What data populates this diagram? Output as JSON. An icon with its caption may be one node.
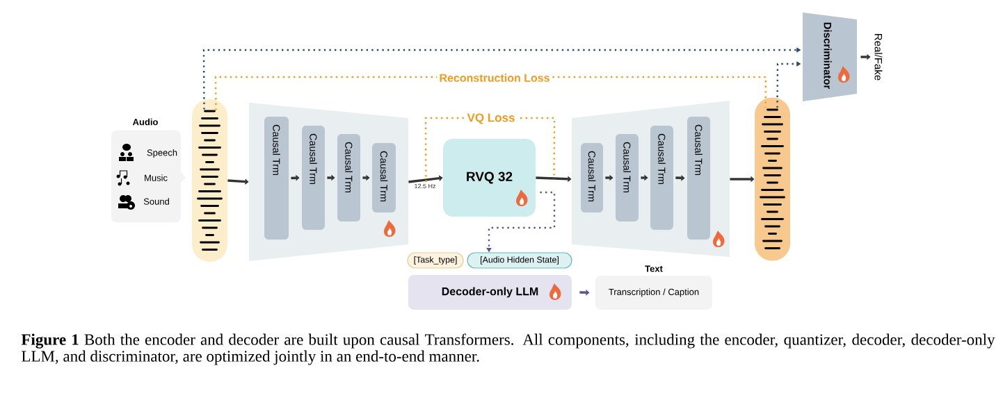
{
  "diagram": {
    "caption": "**Figure 1** Both the encoder and decoder are built upon causal Transformers. All components, including the encoder, quantizer, decoder, decoder-only LLM, and discriminator, are optimized jointly in an end-to-end manner.",
    "nodes": [
      {
        "text": [
          "Audio",
          "Speech",
          "Music",
          "Sound"
        ]
      },
      {
        "text": [],
        "shape": "bar"
      },
      {
        "text": [],
        "shape": "trapezoid"
      },
      {
        "text": [
          "Causal Trm"
        ],
        "in": 2
      },
      {
        "text": [
          "Causal Trm"
        ],
        "in": 2
      },
      {
        "text": [
          "Causal Trm"
        ],
        "in": 2
      },
      {
        "text": [
          "Causal Trm"
        ],
        "in": 2
      },
      {
        "text": [
          "RVQ 32"
        ]
      },
      {
        "text": [],
        "shape": "trapezoid"
      },
      {
        "text": [
          "Causal Trm"
        ],
        "in": 8
      },
      {
        "text": [
          "Causal Trm"
        ],
        "in": 8
      },
      {
        "text": [
          "Causal Trm"
        ],
        "in": 8
      },
      {
        "text": [
          "Causal Trm"
        ],
        "in": 8
      },
      {
        "text": [],
        "shape": "bar"
      },
      {
        "text": [
          "Discriminator"
        ]
      },
      {
        "text": [
          "Real/Fake"
        ]
      },
      {
        "text": [
          "[Task_type]"
        ]
      },
      {
        "text": [
          "[Audio Hidden State]"
        ]
      },
      {
        "text": [
          "Decoder-only LLM"
        ]
      },
      {
        "text": [
          "Text",
          "Transcription / Caption"
        ]
      }
    ],
    "edges": [
      {
        "from": 1,
        "to": 2,
        "arrow": "to"
      },
      {
        "from": 3,
        "to": 4,
        "arrow": "to"
      },
      {
        "from": 4,
        "to": 5,
        "arrow": "to"
      },
      {
        "from": 5,
        "to": 6,
        "arrow": "to"
      },
      {
        "from": 2,
        "to": 7,
        "arrow": "to",
        "label": "12.5 Hz"
      },
      {
        "from": 7,
        "to": 8,
        "arrow": "to"
      },
      {
        "from": 9,
        "to": 10,
        "arrow": "to"
      },
      {
        "from": 10,
        "to": 11,
        "arrow": "to"
      },
      {
        "from": 11,
        "to": 12,
        "arrow": "to"
      },
      {
        "from": 8,
        "to": 13,
        "arrow": "to"
      },
      {
        "from": 14,
        "to": 15,
        "arrow": "to"
      },
      {
        "from": 1,
        "to": 14,
        "arrow": "to",
        "style": "dashed",
        "color": "#2c4a66"
      },
      {
        "from": 13,
        "to": 14,
        "arrow": "to",
        "style": "dashed",
        "color": "#2c4a66"
      },
      {
        "from": 1,
        "to": 13,
        "arrow": "none",
        "style": "dashed",
        "color": "#f39a1e",
        "label": "Reconstruction Loss"
      },
      {
        "from": 2,
        "to": 8,
        "arrow": "none",
        "style": "dashed",
        "color": "#f39a1e",
        "label": "VQ Loss"
      },
      {
        "from": 7,
        "to": 17,
        "arrow": "to",
        "style": "dashed",
        "color": "#5b5490"
      },
      {
        "from": 18,
        "to": 19,
        "arrow": "to",
        "color": "#5b5490"
      }
    ]
  }
}
